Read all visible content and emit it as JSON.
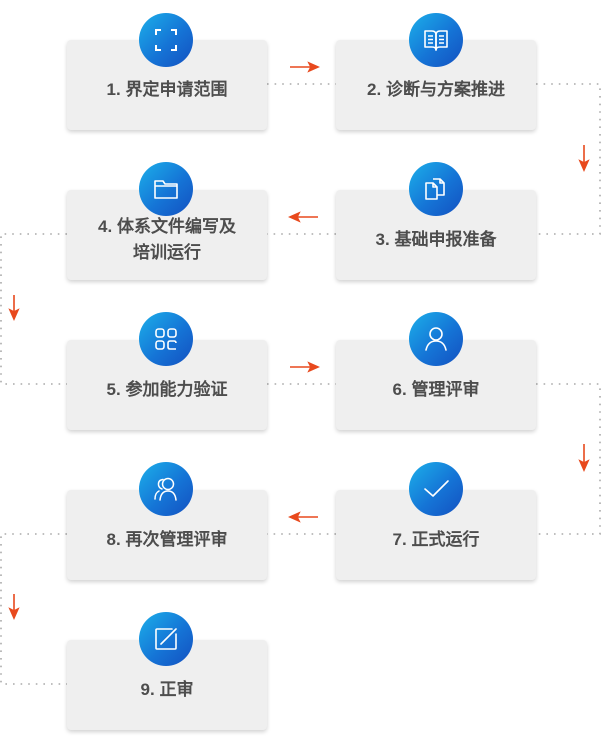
{
  "colors": {
    "card_bg": "#efefef",
    "label_text": "#4d4d4d",
    "badge_gradient_start": "#1cb0ea",
    "badge_gradient_end": "#1450c0",
    "arrow": "#e8491d",
    "connector": "#aaaaaa"
  },
  "steps": [
    {
      "label": "1. 界定申请范围",
      "icon": "scan-frame-icon"
    },
    {
      "label": "2. 诊断与方案推进",
      "icon": "open-book-icon"
    },
    {
      "label": "3. 基础申报准备",
      "icon": "documents-icon"
    },
    {
      "label": "4. 体系文件编写及\n培训运行",
      "icon": "folder-icon"
    },
    {
      "label": "5. 参加能力验证",
      "icon": "apps-grid-icon"
    },
    {
      "label": "6. 管理评审",
      "icon": "user-icon"
    },
    {
      "label": "7. 正式运行",
      "icon": "checkmark-icon"
    },
    {
      "label": "8. 再次管理评审",
      "icon": "users-icon"
    },
    {
      "label": "9. 正审",
      "icon": "edit-square-icon"
    }
  ],
  "flow_arrows": [
    {
      "from": 1,
      "to": 2,
      "direction": "right"
    },
    {
      "from": 2,
      "to": 3,
      "direction": "down"
    },
    {
      "from": 3,
      "to": 4,
      "direction": "left"
    },
    {
      "from": 4,
      "to": 5,
      "direction": "down"
    },
    {
      "from": 5,
      "to": 6,
      "direction": "right"
    },
    {
      "from": 6,
      "to": 7,
      "direction": "down"
    },
    {
      "from": 7,
      "to": 8,
      "direction": "left"
    },
    {
      "from": 8,
      "to": 9,
      "direction": "down"
    }
  ]
}
